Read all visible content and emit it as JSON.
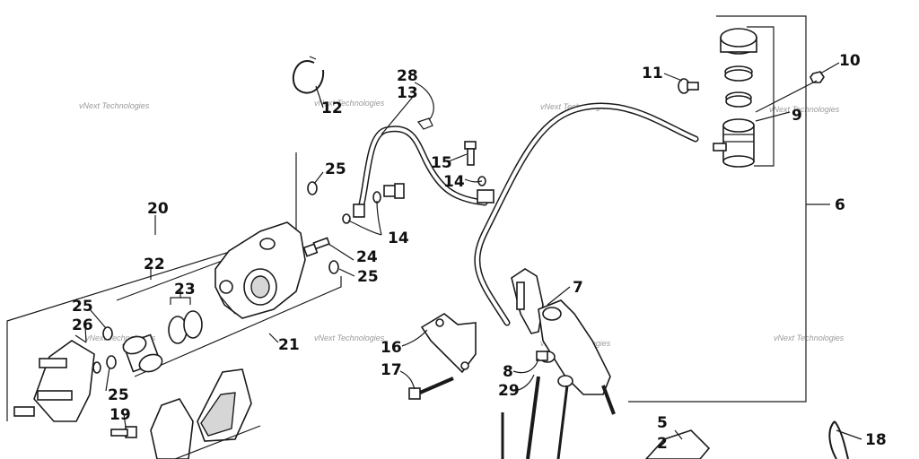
{
  "diagram": {
    "watermark_text": "vNext Technologies",
    "callouts": [
      {
        "id": "c28",
        "label": "28"
      },
      {
        "id": "c13",
        "label": "13"
      },
      {
        "id": "c12",
        "label": "12"
      },
      {
        "id": "c11",
        "label": "11"
      },
      {
        "id": "c10",
        "label": "10"
      },
      {
        "id": "c9",
        "label": "9"
      },
      {
        "id": "c6",
        "label": "6"
      },
      {
        "id": "c15",
        "label": "15"
      },
      {
        "id": "c14a",
        "label": "14"
      },
      {
        "id": "c14b",
        "label": "14"
      },
      {
        "id": "c25a",
        "label": "25"
      },
      {
        "id": "c25b",
        "label": "25"
      },
      {
        "id": "c25c",
        "label": "25"
      },
      {
        "id": "c25d",
        "label": "25"
      },
      {
        "id": "c20",
        "label": "20"
      },
      {
        "id": "c22",
        "label": "22"
      },
      {
        "id": "c23",
        "label": "23"
      },
      {
        "id": "c24",
        "label": "24"
      },
      {
        "id": "c26",
        "label": "26"
      },
      {
        "id": "c21",
        "label": "21"
      },
      {
        "id": "c7",
        "label": "7"
      },
      {
        "id": "c16",
        "label": "16"
      },
      {
        "id": "c17",
        "label": "17"
      },
      {
        "id": "c8",
        "label": "8"
      },
      {
        "id": "c29",
        "label": "29"
      },
      {
        "id": "c19",
        "label": "19"
      },
      {
        "id": "c5",
        "label": "5"
      },
      {
        "id": "c2",
        "label": "2"
      },
      {
        "id": "c18",
        "label": "18"
      }
    ]
  }
}
